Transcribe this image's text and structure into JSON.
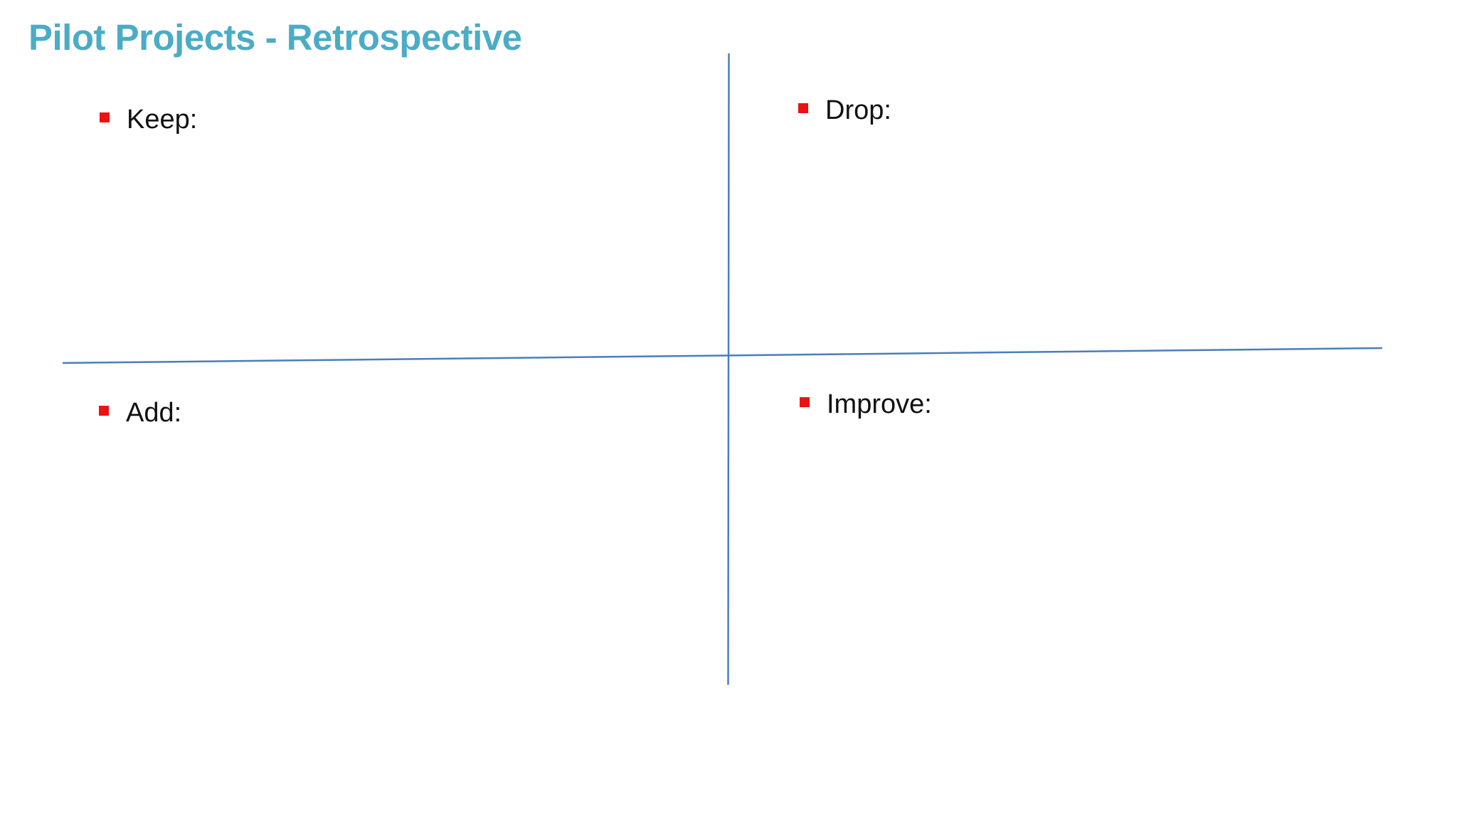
{
  "slide": {
    "title": "Pilot Projects - Retrospective",
    "title_color": "#4BACC6"
  },
  "quadrants": [
    {
      "id": "keep",
      "label": "Keep:"
    },
    {
      "id": "drop",
      "label": "Drop:"
    },
    {
      "id": "add",
      "label": "Add:"
    },
    {
      "id": "improve",
      "label": "Improve:"
    }
  ],
  "colors": {
    "axis_line": "#4A7EBB",
    "bullet": "#EE1111",
    "text": "#111111",
    "background": "#FFFFFF"
  }
}
